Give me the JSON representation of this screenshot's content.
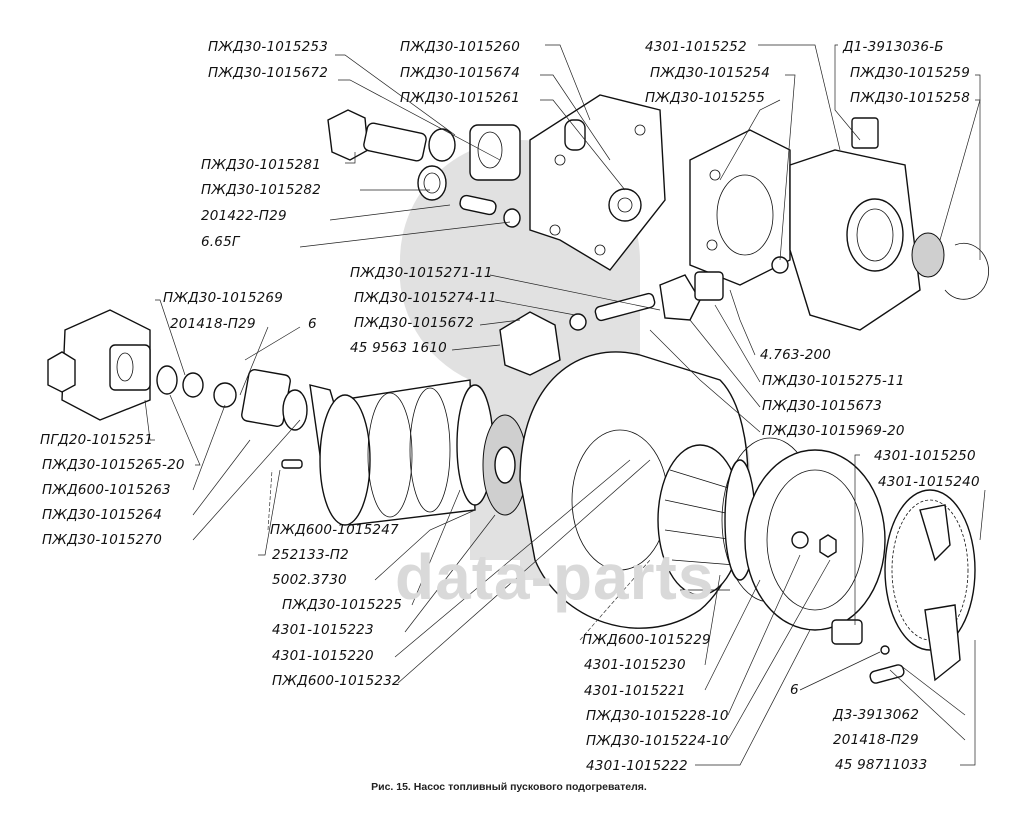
{
  "figure": {
    "caption": "Рис. 15. Насос топливный пускового подогревателя.",
    "watermark": "data-parts",
    "watermark_logo": "db-logo-icon"
  },
  "labels": [
    {
      "id": "l01",
      "text": "ПЖД30-1015253"
    },
    {
      "id": "l02",
      "text": "ПЖД30-1015672"
    },
    {
      "id": "l03",
      "text": "ПЖД30-1015260"
    },
    {
      "id": "l04",
      "text": "ПЖД30-1015674"
    },
    {
      "id": "l05",
      "text": "ПЖД30-1015261"
    },
    {
      "id": "l06",
      "text": "4301-1015252"
    },
    {
      "id": "l07",
      "text": "ПЖД30-1015254"
    },
    {
      "id": "l08",
      "text": "ПЖД30-1015255"
    },
    {
      "id": "l09",
      "text": "Д1-3913036-Б"
    },
    {
      "id": "l10",
      "text": "ПЖД30-1015259"
    },
    {
      "id": "l11",
      "text": "ПЖД30-1015258"
    },
    {
      "id": "l12",
      "text": "ПЖД30-1015281"
    },
    {
      "id": "l13",
      "text": "ПЖД30-1015282"
    },
    {
      "id": "l14",
      "text": "201422-П29"
    },
    {
      "id": "l15",
      "text": "6.65Г"
    },
    {
      "id": "l16",
      "text": "ПЖД30-1015271-11"
    },
    {
      "id": "l17",
      "text": "ПЖД30-1015274-11"
    },
    {
      "id": "l18",
      "text": "ПЖД30-1015672"
    },
    {
      "id": "l19",
      "text": "45 9563 1610"
    },
    {
      "id": "l20",
      "text": "ПЖД30-1015269"
    },
    {
      "id": "l21",
      "text": "201418-П29"
    },
    {
      "id": "l22",
      "text": "6"
    },
    {
      "id": "l23",
      "text": "ПГД20-1015251"
    },
    {
      "id": "l24",
      "text": "ПЖД30-1015265-20"
    },
    {
      "id": "l25",
      "text": "ПЖД600-1015263"
    },
    {
      "id": "l26",
      "text": "ПЖД30-1015264"
    },
    {
      "id": "l27",
      "text": "ПЖД30-1015270"
    },
    {
      "id": "l28",
      "text": "ПЖД600-1015247"
    },
    {
      "id": "l29",
      "text": "252133-П2"
    },
    {
      "id": "l30",
      "text": "5002.3730"
    },
    {
      "id": "l31",
      "text": "ПЖД30-1015225"
    },
    {
      "id": "l32",
      "text": "4301-1015223"
    },
    {
      "id": "l33",
      "text": "4301-1015220"
    },
    {
      "id": "l34",
      "text": "ПЖД600-1015232"
    },
    {
      "id": "l35",
      "text": "4.763-200"
    },
    {
      "id": "l36",
      "text": "ПЖД30-1015275-11"
    },
    {
      "id": "l37",
      "text": "ПЖД30-1015673"
    },
    {
      "id": "l38",
      "text": "ПЖД30-1015969-20"
    },
    {
      "id": "l39",
      "text": "4301-1015250"
    },
    {
      "id": "l40",
      "text": "4301-1015240"
    },
    {
      "id": "l41",
      "text": "ПЖД600-1015229"
    },
    {
      "id": "l42",
      "text": "4301-1015230"
    },
    {
      "id": "l43",
      "text": "4301-1015221"
    },
    {
      "id": "l44",
      "text": "ПЖД30-1015228-10"
    },
    {
      "id": "l45",
      "text": "ПЖД30-1015224-10"
    },
    {
      "id": "l46",
      "text": "4301-1015222"
    },
    {
      "id": "l47",
      "text": "6"
    },
    {
      "id": "l48",
      "text": "Д3-3913062"
    },
    {
      "id": "l49",
      "text": "201418-П29"
    },
    {
      "id": "l50",
      "text": "45 98711033"
    }
  ]
}
